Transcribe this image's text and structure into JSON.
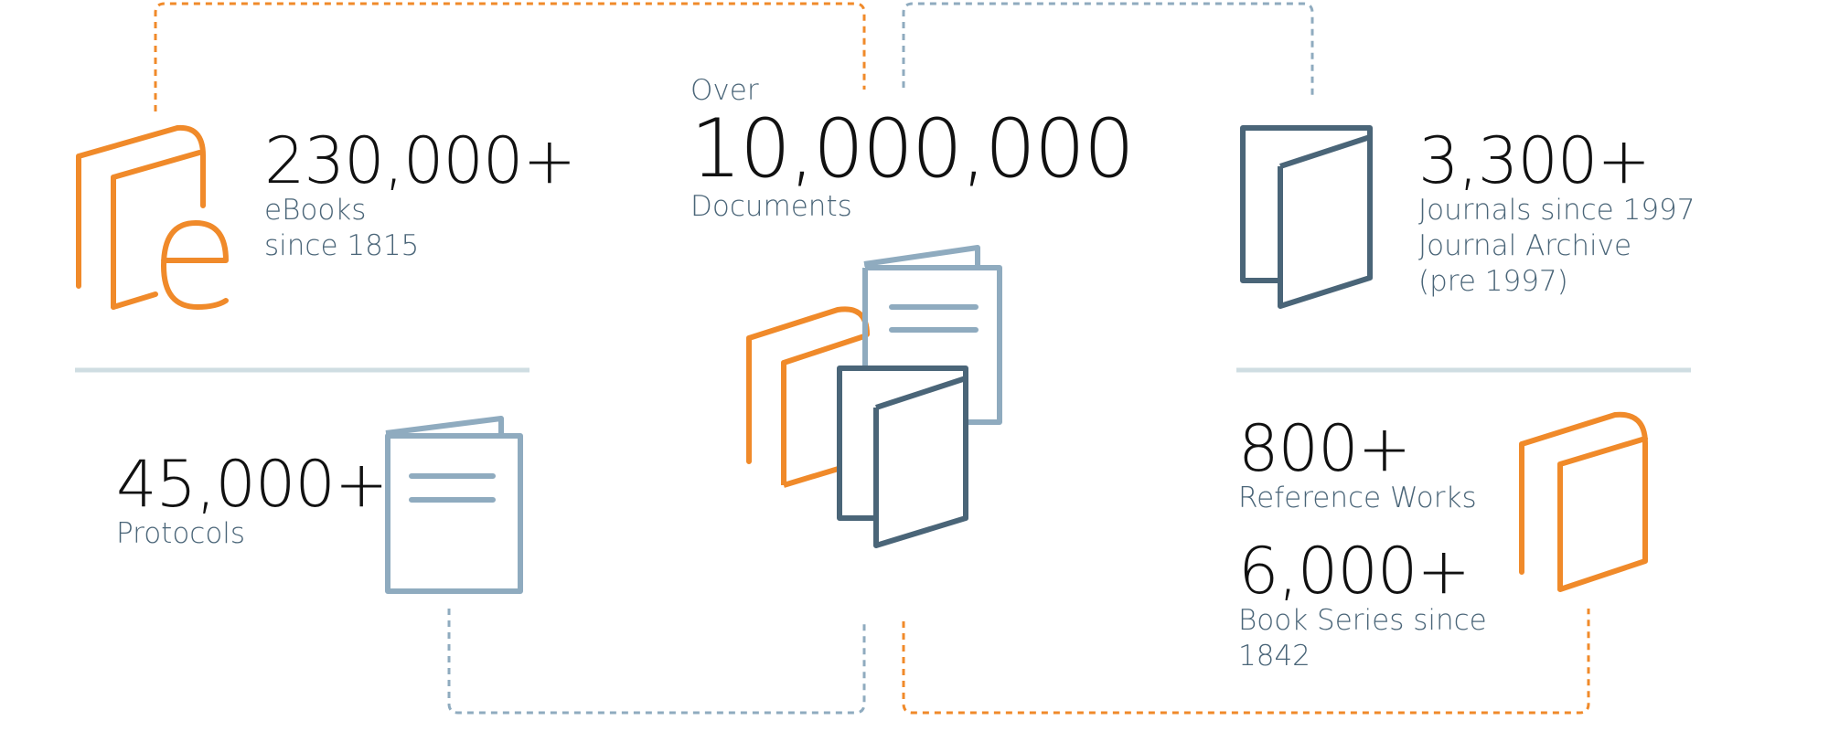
{
  "colors": {
    "orange": "#f08a2a",
    "slate": "#4a6578",
    "light_blue": "#8fabbf",
    "divider": "#cfdde2",
    "number": "#111111"
  },
  "icons": [
    "ebook-icon",
    "journal-icon",
    "protocol-icon",
    "documents-cluster-icon",
    "reference-book-icon"
  ],
  "documents": {
    "prefix": "Over",
    "value": "10,000,000",
    "label": "Documents"
  },
  "ebooks": {
    "value": "230,000+",
    "line1": "eBooks",
    "line2": "since 1815"
  },
  "journals": {
    "value": "3,300+",
    "line1": "Journals since 1997",
    "line2": "Journal Archive",
    "line3": "(pre 1997)"
  },
  "protocols": {
    "value": "45,000+",
    "label": "Protocols"
  },
  "reference_works": {
    "value": "800+",
    "label": "Reference Works"
  },
  "book_series": {
    "value": "6,000+",
    "line1": "Book Series since",
    "line2": "1842"
  }
}
